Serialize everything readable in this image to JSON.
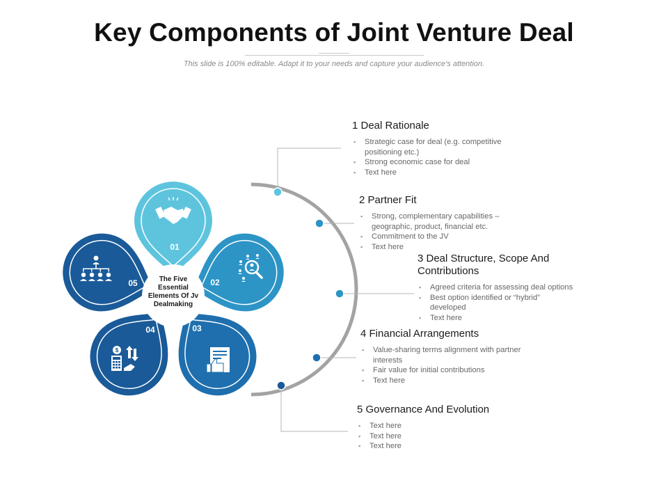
{
  "slide": {
    "title": "Key Components of Joint Venture Deal",
    "subtitle": "This slide is 100% editable. Adapt it to your needs and capture your audience's attention."
  },
  "center": {
    "label_lines": [
      "The Five",
      "Essential",
      "Elements Of Jv",
      "Dealmaking"
    ]
  },
  "petals": [
    {
      "number": "01",
      "icon": "handshake-icon",
      "color": "#5ec4de"
    },
    {
      "number": "02",
      "icon": "people-search-icon",
      "color": "#2d94c6"
    },
    {
      "number": "03",
      "icon": "document-thumbs-up-icon",
      "color": "#1f6fae"
    },
    {
      "number": "04",
      "icon": "calculator-arrows-icon",
      "color": "#1a5a98"
    },
    {
      "number": "05",
      "icon": "org-chart-icon",
      "color": "#1a5a98"
    }
  ],
  "items": [
    {
      "title": "1 Deal Rationale",
      "bullets": [
        "Strategic case for deal (e.g. competitive positioning etc.)",
        "Strong economic case for deal",
        "Text here"
      ]
    },
    {
      "title": "2 Partner Fit",
      "bullets": [
        "Strong, complementary capabilities – geographic, product, financial etc.",
        "Commitment to the JV",
        "Text here"
      ]
    },
    {
      "title": "3 Deal Structure, Scope And Contributions",
      "bullets": [
        "Agreed criteria for assessing deal options",
        "Best option identified or “hybrid” developed",
        "Text here"
      ]
    },
    {
      "title": "4 Financial Arrangements",
      "bullets": [
        "Value-sharing terms alignment with partner interests",
        "Fair value for initial contributions",
        "Text here"
      ]
    },
    {
      "title": "5 Governance And Evolution",
      "bullets": [
        "Text here",
        "Text here",
        "Text here"
      ]
    }
  ],
  "colors": {
    "arc": "#a3a3a3",
    "connector": "#b4b4b4",
    "dot_light": "#5ec4de",
    "dot_mid": "#2d94c6",
    "dot_dark": "#1a5a98"
  }
}
